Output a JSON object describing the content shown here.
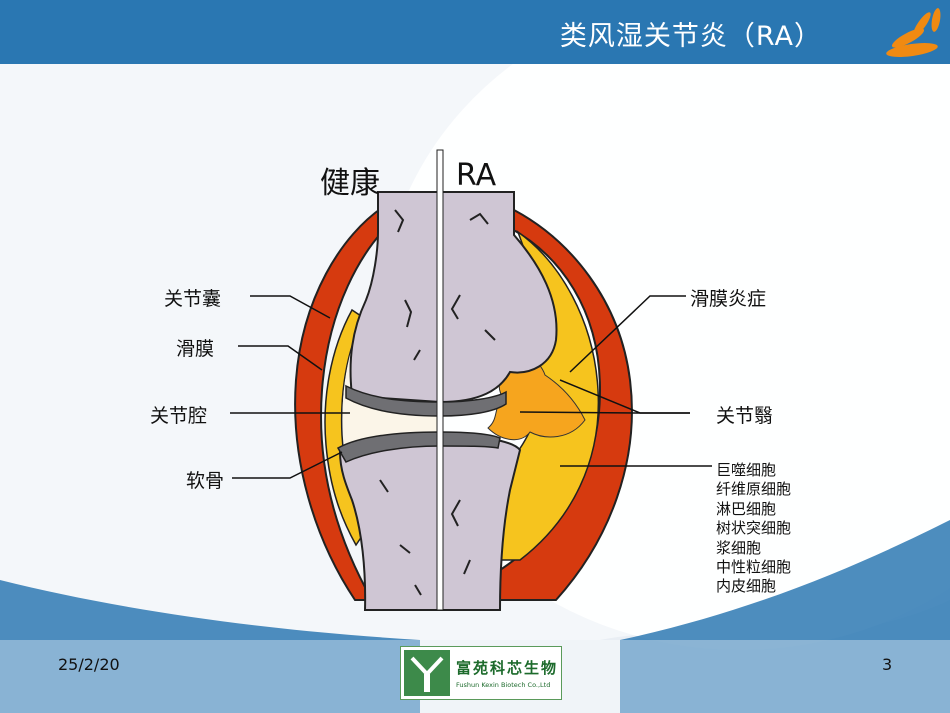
{
  "slide": {
    "title": "类风湿关节炎（RA）",
    "date": "25/2/20",
    "page_number": "3"
  },
  "diagram": {
    "left_heading": "健康",
    "right_heading": "RA",
    "left_labels": [
      "关节囊",
      "滑膜",
      "关节腔",
      "软骨"
    ],
    "right_labels": [
      "滑膜炎症",
      "关节翳"
    ],
    "cell_types": [
      "巨噬细胞",
      "纤维原细胞",
      "淋巴细胞",
      "树状突细胞",
      "浆细胞",
      "中性粒细胞",
      "内皮细胞"
    ]
  },
  "company_logo": {
    "name_cn": "富苑科芯生物",
    "name_en": "Fushun Kexin Biotech Co.,Ltd"
  },
  "colors": {
    "header": "#2a77b2",
    "capsule": "#d63a0f",
    "synovium": "#f6c41e",
    "bone": "#cfc6d4",
    "cartilage": "#6f6f73",
    "joint_cavity": "#fbf5e8",
    "accent_orange": "#f08a12"
  }
}
